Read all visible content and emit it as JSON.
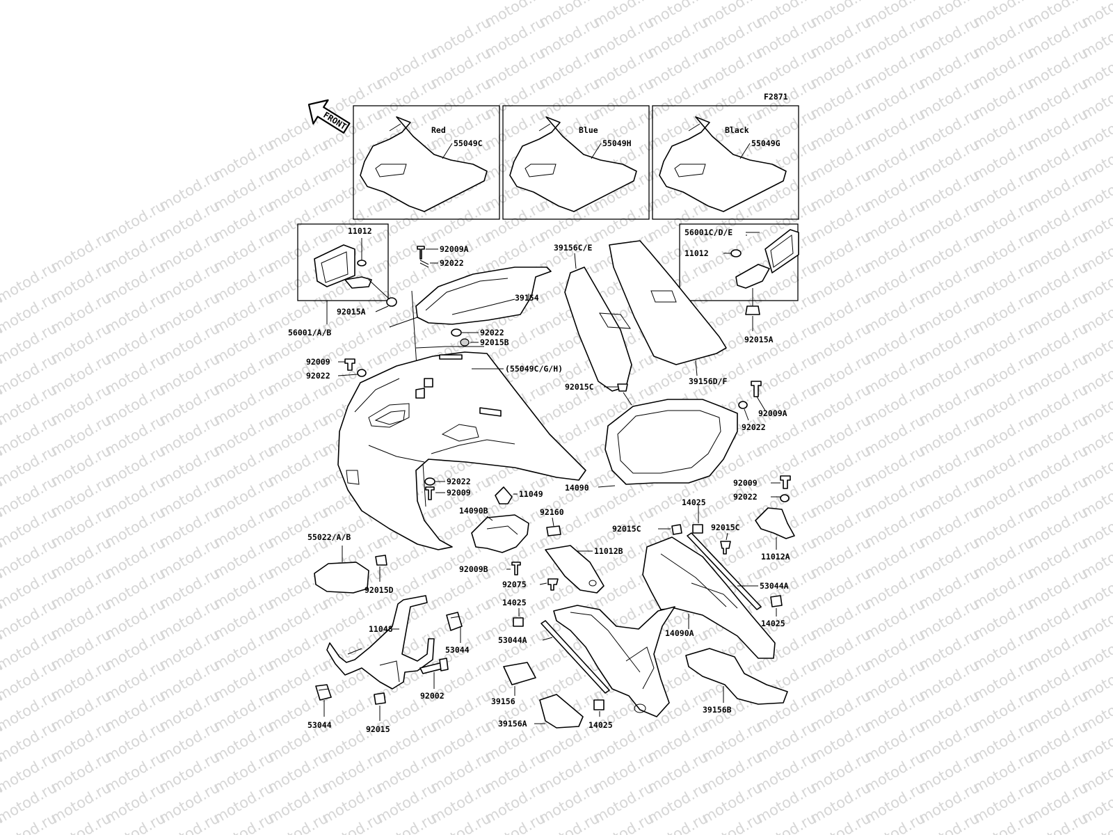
{
  "watermark": "motod.ru",
  "figure_code": "F2871",
  "front_arrow": "FRONT",
  "colors": {
    "line": "#000000",
    "watermark": "#d6d6d6",
    "background": "#ffffff"
  },
  "color_variants": [
    {
      "color": "Red",
      "part": "55049C"
    },
    {
      "color": "Blue",
      "part": "55049H"
    },
    {
      "color": "Black",
      "part": "55049G"
    }
  ],
  "labels": {
    "l11012_left": "11012",
    "l92015A_left": "92015A",
    "l56001AB": "56001/A/B",
    "l92009A_top": "92009A",
    "l92022_top": "92022",
    "l39154": "39154",
    "l92022_mid": "92022",
    "l92015B": "92015B",
    "l39156CE": "39156C/E",
    "l56001CDE": "56001C/D/E",
    "l11012_right": "11012",
    "l92015A_right": "92015A",
    "l92009_left": "92009",
    "l92022_left": "92022",
    "l55049CGH": "(55049C/G/H)",
    "l39156DF": "39156D/F",
    "l92015C_mid": "92015C",
    "l92009A_right": "92009A",
    "l92022_right": "92022",
    "l14090": "14090",
    "l92022_low": "92022",
    "l92009_low": "92009",
    "l11049": "11049",
    "l14090B": "14090B",
    "l92160": "92160",
    "l92015C_low": "92015C",
    "l14025_top": "14025",
    "l92015C_right": "92015C",
    "l92009_far": "92009",
    "l92022_far": "92022",
    "l11012A": "11012A",
    "l11012B": "11012B",
    "l55022AB": "55022/A/B",
    "l92015D": "92015D",
    "l92009B": "92009B",
    "l92075": "92075",
    "l53044A_right": "53044A",
    "l14025_mid": "14025",
    "l14025_right": "14025",
    "l14090A": "14090A",
    "l11048": "11048",
    "l53044_top": "53044",
    "l53044A_left": "53044A",
    "l39156": "39156",
    "l92002": "92002",
    "l53044_bottom": "53044",
    "l92015": "92015",
    "l39156A": "39156A",
    "l14025_bottom": "14025",
    "l39156B": "39156B"
  }
}
